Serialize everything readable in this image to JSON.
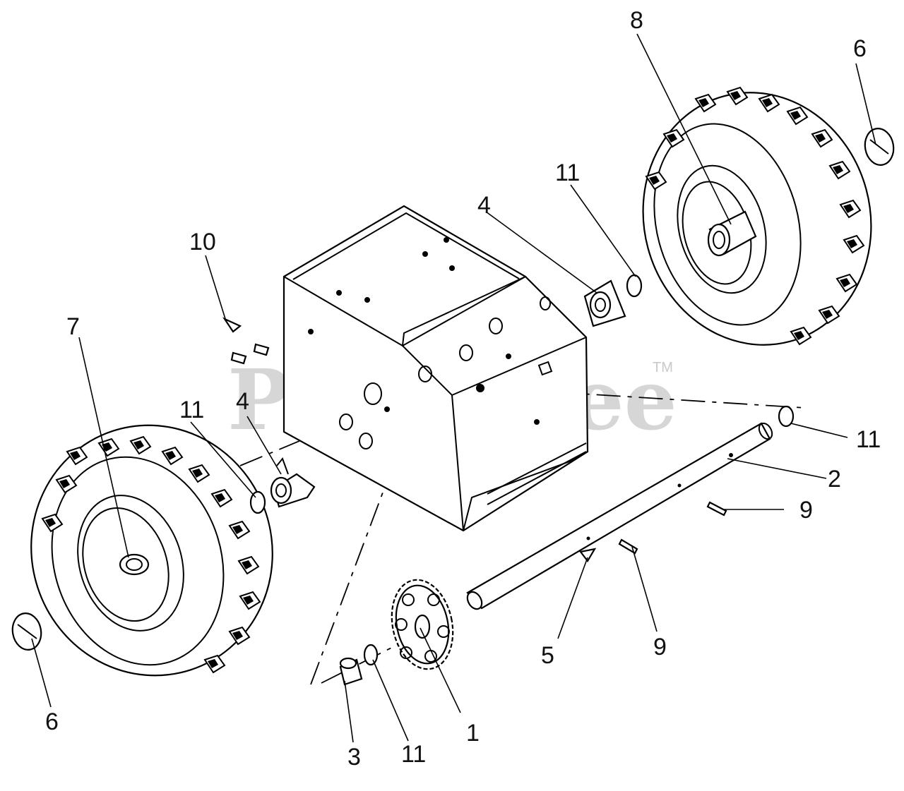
{
  "watermark": {
    "text": "PartsTree",
    "trademark": "TM"
  },
  "callouts": [
    {
      "id": "c1",
      "label": "1"
    },
    {
      "id": "c2",
      "label": "2"
    },
    {
      "id": "c3",
      "label": "3"
    },
    {
      "id": "c4a",
      "label": "4"
    },
    {
      "id": "c4b",
      "label": "4"
    },
    {
      "id": "c5",
      "label": "5"
    },
    {
      "id": "c6a",
      "label": "6"
    },
    {
      "id": "c6b",
      "label": "6"
    },
    {
      "id": "c7",
      "label": "7"
    },
    {
      "id": "c8",
      "label": "8"
    },
    {
      "id": "c9a",
      "label": "9"
    },
    {
      "id": "c9b",
      "label": "9"
    },
    {
      "id": "c10",
      "label": "10"
    },
    {
      "id": "c11a",
      "label": "11"
    },
    {
      "id": "c11b",
      "label": "11"
    },
    {
      "id": "c11c",
      "label": "11"
    },
    {
      "id": "c11d",
      "label": "11"
    }
  ]
}
